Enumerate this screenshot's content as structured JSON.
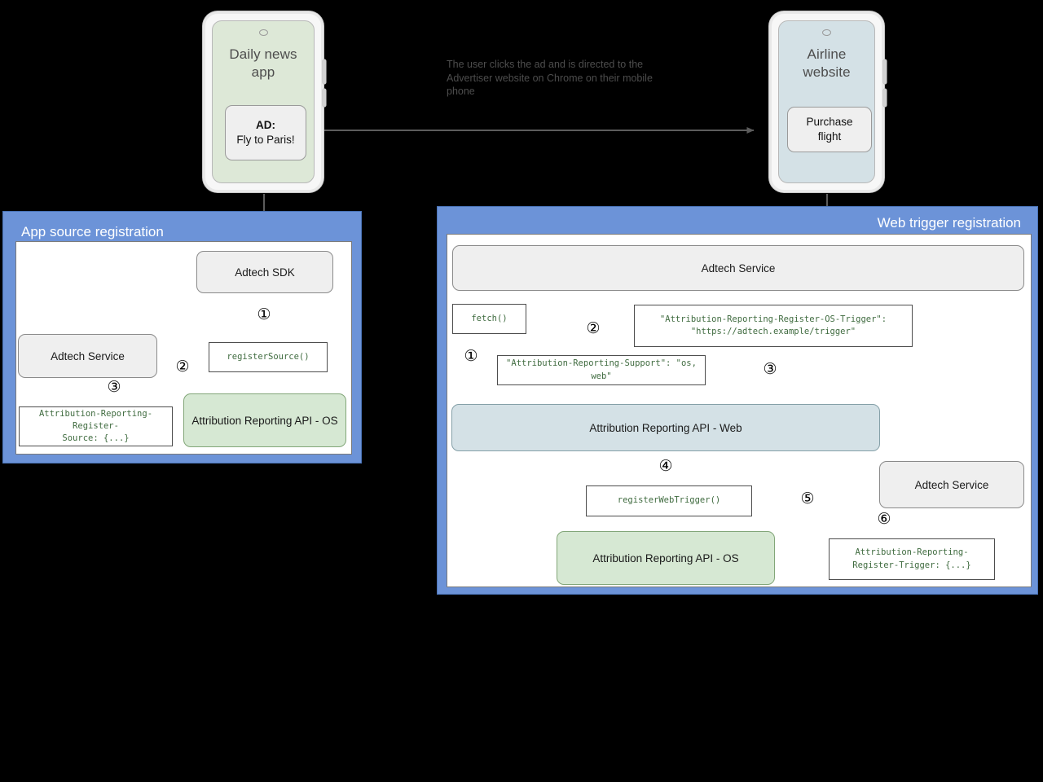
{
  "scene": {
    "caption": "The user clicks the ad and is directed to the Advertiser website on Chrome on their mobile phone"
  },
  "phones": {
    "left": {
      "title": "Daily news\napp",
      "card_line1": "AD:",
      "card_line2": "Fly to Paris!",
      "screen_color": "#dde8d7"
    },
    "right": {
      "title": "Airline\nwebsite",
      "card_line1": "Purchase",
      "card_line2": "flight",
      "screen_color": "#d4e1e6"
    }
  },
  "panels": {
    "app_source": {
      "title": "App source registration",
      "accent": "#6c93d8",
      "nodes": {
        "adtech_sdk": "Adtech SDK",
        "adtech_service": "Adtech Service",
        "arapi_os": "Attribution Reporting API - OS"
      },
      "codeboxes": {
        "register_source": "registerSource()",
        "register_source_header": "Attribution-Reporting-Register-\nSource: {...}"
      },
      "steps": [
        "①",
        "②",
        "③"
      ]
    },
    "web_trigger": {
      "title": "Web trigger registration",
      "accent": "#6c93d8",
      "nodes": {
        "adtech_service_top": "Adtech Service",
        "arapi_web": "Attribution Reporting API - Web",
        "arapi_os": "Attribution Reporting API - OS",
        "adtech_service_bottom": "Adtech Service"
      },
      "codeboxes": {
        "fetch": "fetch()",
        "os_trigger_header": "\"Attribution-Reporting-Register-OS-Trigger\":\n    \"https://adtech.example/trigger\"",
        "support_header": "\"Attribution-Reporting-Support\": \"os, web\"",
        "register_web_trigger": "registerWebTrigger()",
        "register_trigger_header": "Attribution-Reporting-\nRegister-Trigger: {...}"
      },
      "steps": [
        "①",
        "②",
        "③",
        "④",
        "⑤",
        "⑥"
      ]
    }
  },
  "colors": {
    "panel_blue": "#6c93d8",
    "node_gray": "#efefef",
    "node_green": "#d6e8d3",
    "node_bluegray": "#d4e1e6",
    "arrow": "#5c5c5c",
    "code_text": "#3f6b3f"
  }
}
